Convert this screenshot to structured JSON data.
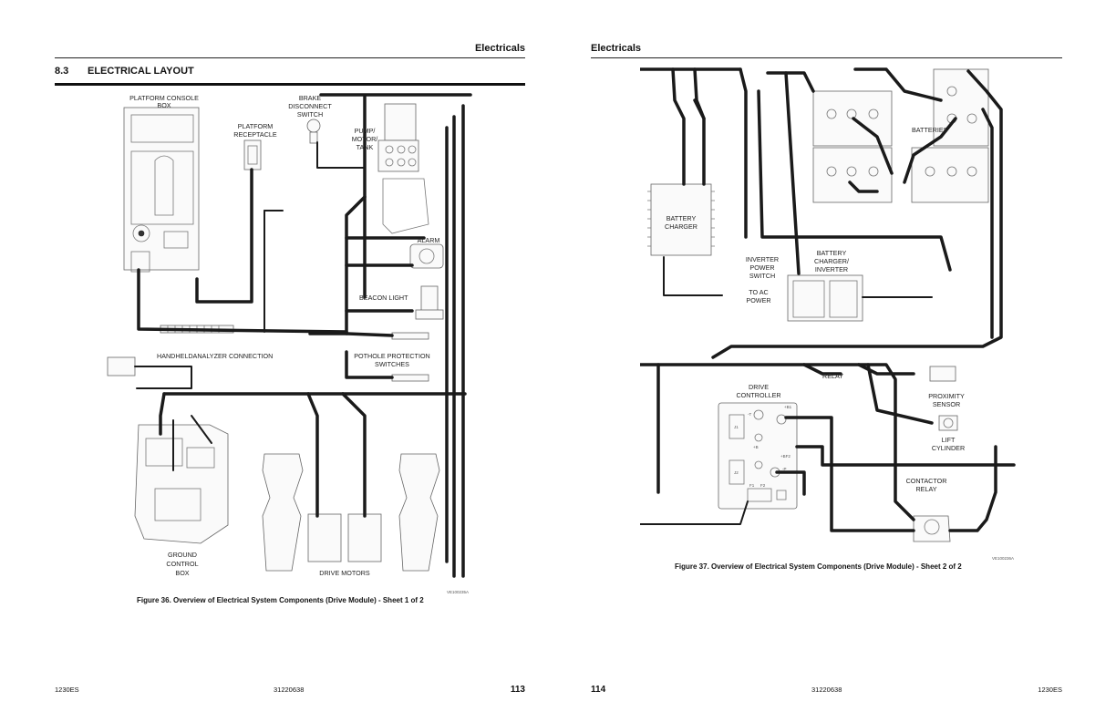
{
  "left_page": {
    "header": "Electricals",
    "section_number": "8.3",
    "section_title": "ELECTRICAL LAYOUT",
    "labels": {
      "platform_console_box_1": "PLATFORM CONSOLE",
      "platform_console_box_2": "BOX",
      "brake_1": "BRAKE",
      "brake_2": "DISCONNECT",
      "brake_3": "SWITCH",
      "receptacle_1": "PLATFORM",
      "receptacle_2": "RECEPTACLE",
      "pump_1": "PUMP/",
      "pump_2": "MOTOR/",
      "pump_3": "TANK",
      "alarm": "ALARM",
      "beacon": "BEACON LIGHT",
      "analyzer": "HANDHELDANALYZER CONNECTION",
      "pothole_1": "POTHOLE PROTECTION",
      "pothole_2": "SWITCHES",
      "ground_1": "GROUND",
      "ground_2": "CONTROL",
      "ground_3": "BOX",
      "drive_motors": "DRIVE MOTORS",
      "ref": "VE100235A"
    },
    "caption": "Figure 36. Overview of Electrical System Components (Drive Module) - Sheet 1 of 2",
    "footer_model": "1230ES",
    "footer_doc": "31220638",
    "page_number": "113"
  },
  "right_page": {
    "header": "Electricals",
    "labels": {
      "batteries": "BATTERIES",
      "charger_1": "BATTERY",
      "charger_2": "CHARGER",
      "inverter_sw_1": "INVERTER",
      "inverter_sw_2": "POWER",
      "inverter_sw_3": "SWITCH",
      "inverter_1": "BATTERY",
      "inverter_2": "CHARGER/",
      "inverter_3": "INVERTER",
      "ac_1": "TO AC",
      "ac_2": "POWER",
      "relay": "RELAY",
      "drive_1": "DRIVE",
      "drive_2": "CONTROLLER",
      "prox_1": "PROXIMITY",
      "prox_2": "SENSOR",
      "lift_1": "LIFT",
      "lift_2": "CYLINDER",
      "contactor_1": "CONTACTOR",
      "contactor_2": "RELAY",
      "term_t": "-T",
      "term_b1": "+B1",
      "term_b": "+B",
      "term_bf2": "+BF2",
      "term_p": "-P",
      "term_j1": "J1",
      "term_j2": "J2",
      "term_f1": "F1",
      "term_f2": "F2",
      "ref": "VE100236A"
    },
    "caption": "Figure 37. Overview of Electrical System Components (Drive Module) - Sheet 2 of 2",
    "page_number": "114",
    "footer_doc": "31220638",
    "footer_model": "1230ES"
  }
}
